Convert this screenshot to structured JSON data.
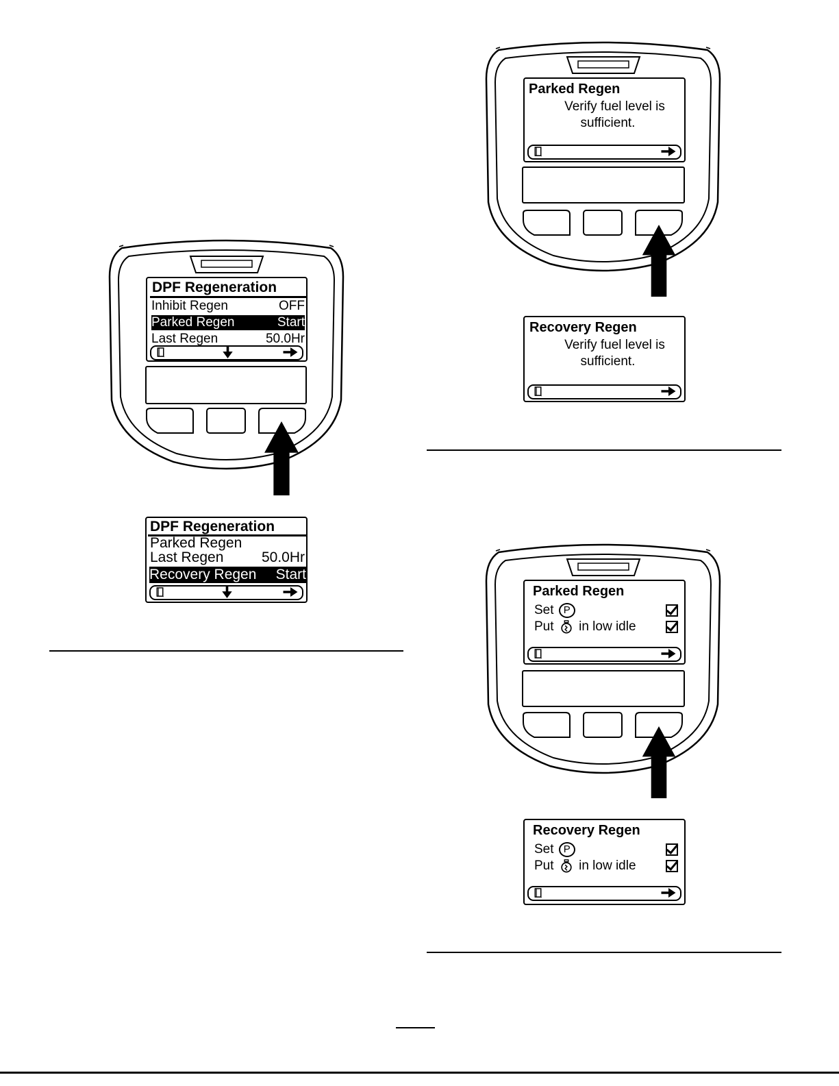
{
  "fig1": {
    "screen": {
      "title": "DPF Regeneration",
      "rows": [
        {
          "label": "Inhibit Regen",
          "value": "OFF"
        },
        {
          "label": "Parked Regen",
          "value": "Start"
        },
        {
          "label": "Last Regen",
          "value": "50.0Hr"
        }
      ]
    },
    "callout": {
      "title": "DPF Regeneration",
      "rows": [
        {
          "label": "Parked Regen",
          "value": ""
        },
        {
          "label": "Last Regen",
          "value": "50.0Hr"
        },
        {
          "label": "Recovery Regen",
          "value": "Start"
        }
      ]
    }
  },
  "fig2": {
    "screen": {
      "title": "Parked Regen",
      "line1": "Verify fuel level is",
      "line2": "sufficient."
    },
    "callout": {
      "title": "Recovery Regen",
      "line1": "Verify fuel level is",
      "line2": "sufficient."
    }
  },
  "fig3": {
    "screen": {
      "title": "Parked Regen",
      "set_label": "Set",
      "park_symbol": "P",
      "put_label": "Put",
      "idle_label": "in low idle"
    },
    "callout": {
      "title": "Recovery Regen",
      "set_label": "Set",
      "park_symbol": "P",
      "put_label": "Put",
      "idle_label": "in low idle"
    }
  },
  "icons": {
    "book": "book-icon",
    "down": "down-arrow-icon",
    "right": "right-arrow-icon",
    "engine": "engine-icon",
    "check": "checkbox-checked-icon"
  }
}
